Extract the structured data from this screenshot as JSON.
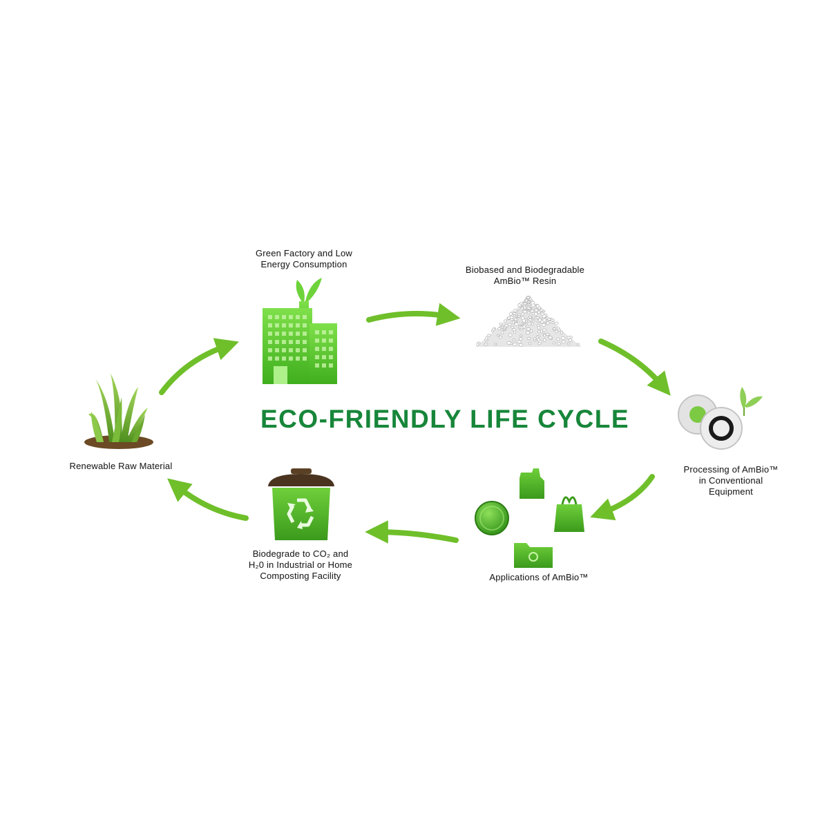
{
  "title": "ECO-FRIENDLY LIFE CYCLE",
  "stages": {
    "factory": {
      "line1": "Green Factory and Low",
      "line2": "Energy Consumption",
      "icon": "factory-icon"
    },
    "resin": {
      "line1": "Biobased and Biodegradable",
      "line2": "AmBio™ Resin",
      "icon": "resin-pile-icon"
    },
    "processing": {
      "line1": "Processing of AmBio™",
      "line2": "in Conventional",
      "line3": "Equipment",
      "icon": "gears-icon"
    },
    "applications": {
      "line1": "Applications of AmBio™",
      "icon": "products-icon"
    },
    "biodegrade": {
      "line1": "Biodegrade to CO₂ and",
      "line2": "H₂0 in Industrial or Home",
      "line3": "Composting Facility",
      "icon": "recycle-bin-icon"
    },
    "raw": {
      "line1": "Renewable Raw Material",
      "icon": "grass-icon"
    }
  },
  "colors": {
    "title": "#17863a",
    "arrow": "#6fbf2a",
    "icon_green": "#5cc22e",
    "text": "#1a1a1a"
  }
}
